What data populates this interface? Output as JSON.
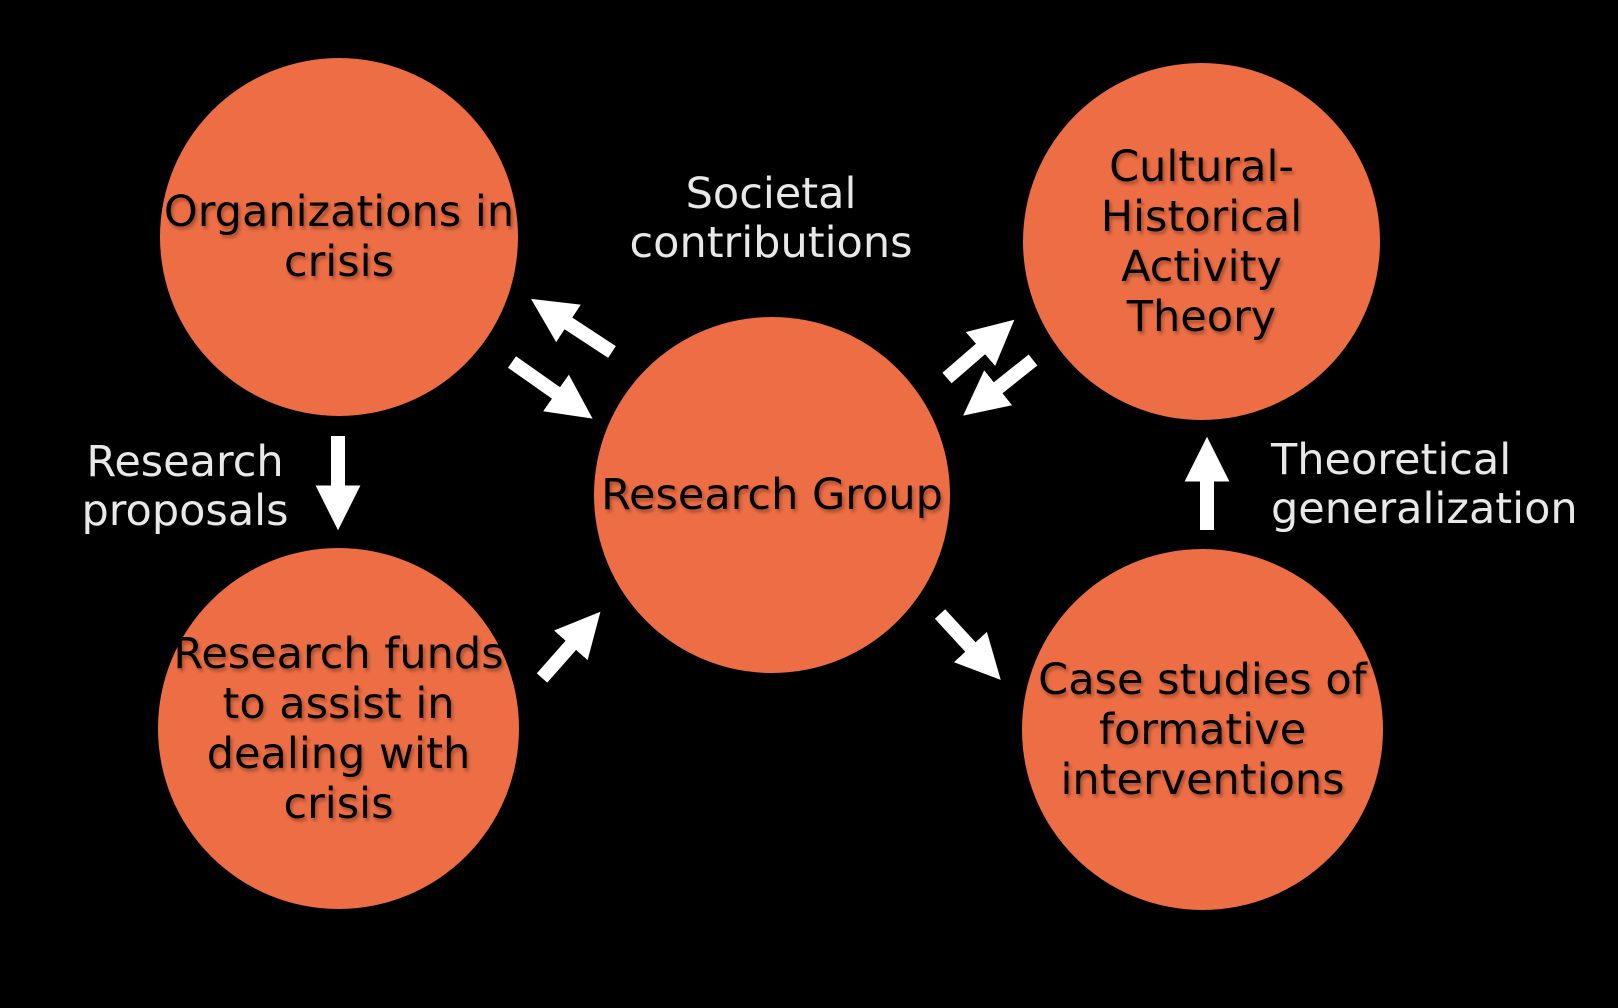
{
  "diagram": {
    "colors": {
      "background": "#000000",
      "node_fill": "#ED6E45",
      "node_text": "#000000",
      "flow_label_text": "#E8E8E8",
      "arrow": "#FFFFFF"
    },
    "nodes": {
      "top_left": {
        "label": "Organizations in\ncrisis"
      },
      "center": {
        "label": "Research Group"
      },
      "top_right": {
        "label": "Cultural-\nHistorical Activity\nTheory"
      },
      "bottom_left": {
        "label": "Research funds\nto assist in\ndealing with\ncrisis"
      },
      "bottom_right": {
        "label": "Case studies of\nformative\ninterventions"
      }
    },
    "flow_labels": {
      "societal_contributions": "Societal\ncontributions",
      "research_proposals": "Research\nproposals",
      "theoretical_generalization": "Theoretical\ngeneralization"
    },
    "edges": [
      {
        "from": "research-group",
        "to": "organizations-in-crisis"
      },
      {
        "from": "organizations-in-crisis",
        "to": "research-group"
      },
      {
        "from": "research-group",
        "to": "cultural-historical-activity-theory"
      },
      {
        "from": "cultural-historical-activity-theory",
        "to": "research-group"
      },
      {
        "from": "organizations-in-crisis",
        "to": "research-funds",
        "label": "Research proposals"
      },
      {
        "from": "research-funds",
        "to": "research-group"
      },
      {
        "from": "research-group",
        "to": "case-studies",
        "label": "Societal contributions"
      },
      {
        "from": "case-studies",
        "to": "cultural-historical-activity-theory",
        "label": "Theoretical generalization"
      }
    ]
  }
}
